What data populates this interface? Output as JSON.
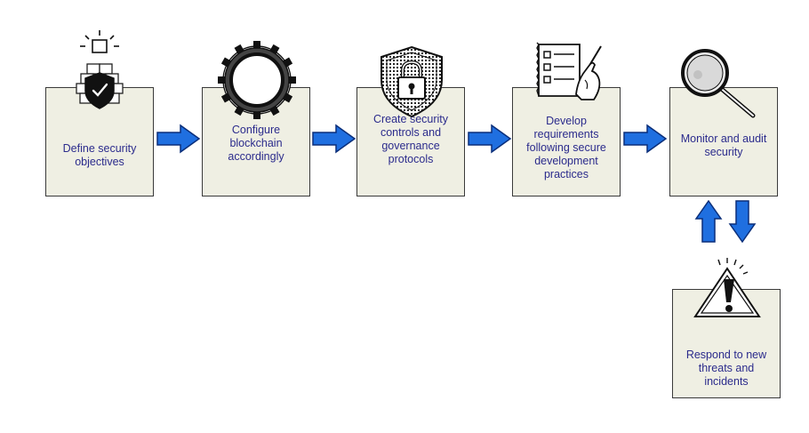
{
  "steps": [
    {
      "label": "Define security objectives",
      "icon": "shield-check-blocks-icon"
    },
    {
      "label": "Configure blockchain accordingly",
      "icon": "gear-icon"
    },
    {
      "label": "Create security controls and governance protocols",
      "icon": "shield-lock-icon"
    },
    {
      "label": "Develop requirements following secure development practices",
      "icon": "checklist-document-icon"
    },
    {
      "label": "Monitor and audit security",
      "icon": "magnifying-glass-icon"
    },
    {
      "label": "Respond to new threats and incidents",
      "icon": "warning-triangle-icon"
    }
  ],
  "colors": {
    "box_fill": "#efefe3",
    "box_border": "#3a3a3a",
    "text": "#2b2b8c",
    "arrow": "#1f6fe0",
    "arrow_edge": "#0b2f7a"
  }
}
